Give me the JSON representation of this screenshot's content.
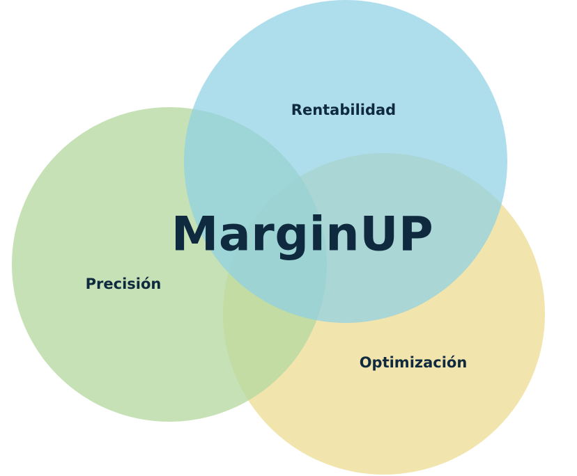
{
  "diagram": {
    "title": "MarginUP",
    "circles": [
      {
        "label": "Rentabilidad",
        "color": "#a9dbeb"
      },
      {
        "label": "Precisión",
        "color": "#bcdba8"
      },
      {
        "label": "Optimización",
        "color": "#efe1a3"
      }
    ],
    "text_color": "#0f2a3f"
  }
}
